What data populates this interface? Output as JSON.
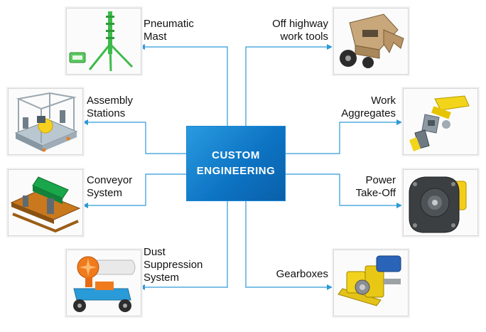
{
  "hub": {
    "line1": "CUSTOM",
    "line2": "ENGINEERING"
  },
  "colors": {
    "hub": "#0d74c4",
    "connector": "#2e9ad6"
  },
  "nodes": {
    "pneumatic_mast": {
      "lines": [
        "Pneumatic",
        "Mast"
      ],
      "icon": "pneumatic-mast-icon"
    },
    "assembly_stations": {
      "lines": [
        "Assembly",
        "Stations"
      ],
      "icon": "assembly-station-icon"
    },
    "conveyor_system": {
      "lines": [
        "Conveyor",
        "System"
      ],
      "icon": "conveyor-icon"
    },
    "dust_suppression": {
      "lines": [
        "Dust",
        "Suppression",
        "System"
      ],
      "icon": "dust-suppression-icon"
    },
    "off_highway": {
      "lines": [
        "Off highway",
        "work tools"
      ],
      "icon": "off-highway-tool-icon"
    },
    "work_aggregates": {
      "lines": [
        "Work",
        "Aggregates"
      ],
      "icon": "work-aggregate-icon"
    },
    "power_take_off": {
      "lines": [
        "Power",
        "Take-Off"
      ],
      "icon": "power-take-off-icon"
    },
    "gearboxes": {
      "lines": [
        "Gearboxes"
      ],
      "icon": "gearbox-icon"
    }
  }
}
